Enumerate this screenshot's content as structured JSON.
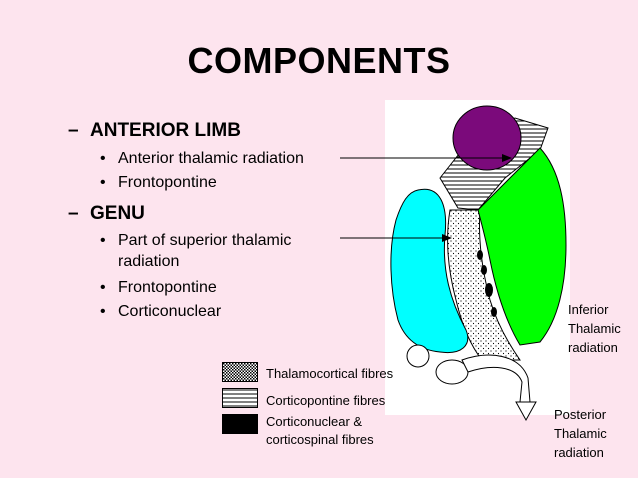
{
  "title": "COMPONENTS",
  "sections": [
    {
      "dash": "–",
      "heading": "ANTERIOR LIMB",
      "items": [
        "Anterior thalamic radiation",
        "Frontopontine"
      ]
    },
    {
      "dash": "–",
      "heading": "GENU",
      "items": [
        "Part of superior thalamic radiation",
        "Frontopontine",
        "Corticonuclear"
      ]
    }
  ],
  "side_labels": {
    "inferior": "Inferior Thalamic radiation",
    "posterior": "Posterior Thalamic radiation"
  },
  "legend": [
    {
      "label": "Thalamocortical fibres",
      "pattern": "stipple"
    },
    {
      "label": "Corticopontine fibres",
      "pattern": "horizontal-lines"
    },
    {
      "label": "Corticonuclear & corticospinal fibres",
      "pattern": "solid-black"
    }
  ],
  "colors": {
    "background": "#fde4ee",
    "caudate": "#7b0a7b",
    "thalamus": "#00ff00",
    "lentiform": "#00ffff"
  }
}
